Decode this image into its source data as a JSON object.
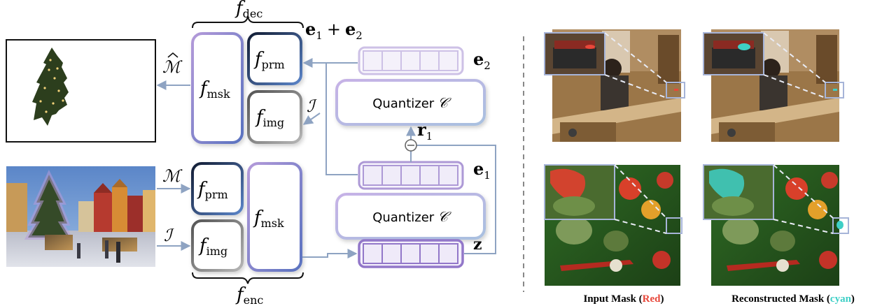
{
  "labels": {
    "f": "f",
    "dec": "dec",
    "enc": "enc",
    "msk": "msk",
    "prm": "prm",
    "img": "img",
    "M": "ℳ",
    "I": "ℐ",
    "C": "𝒞",
    "quantizer": "Quantizer",
    "e1": "e",
    "e1_sub": "1",
    "e2": "e",
    "e2_sub": "2",
    "plus": "+",
    "r": "r",
    "r_sub": "1",
    "z": "z",
    "minus": "−"
  },
  "captions": {
    "input_prefix": "Input Mask (",
    "input_color": "Red",
    "input_suffix": ")",
    "recon_prefix": "Reconstructed Mask (",
    "recon_color": "cyan",
    "recon_suffix": ")"
  },
  "colors": {
    "red": "#e8473a",
    "cyan": "#3ecfc6",
    "purple": "#9277c9",
    "navy": "#1d2f5a",
    "gray": "#7a7a7a",
    "arrow": "#8ea3c2"
  }
}
